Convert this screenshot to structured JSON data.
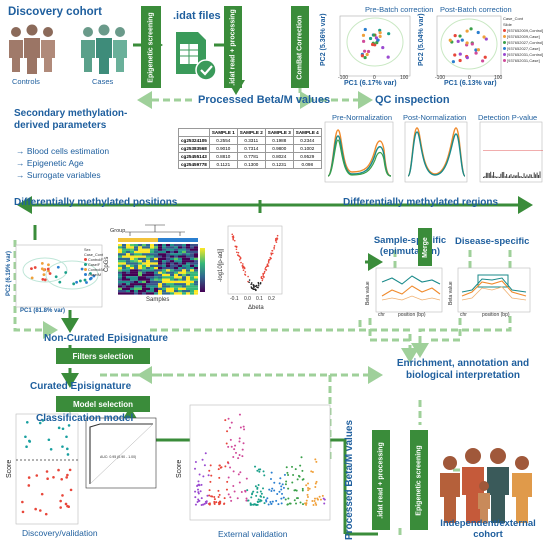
{
  "colors": {
    "blue": "#1f5f9e",
    "green": "#3a8c3a",
    "lightgreen": "#9fd09a",
    "orange": "#f08a2c",
    "teal": "#1a8a8a"
  },
  "discovery": {
    "title": "Discovery cohort",
    "controls": "Controls",
    "cases": "Cases"
  },
  "steps": {
    "epigenetic_screening": "Epigenetic screening",
    "idat_files": ".idat files",
    "idat_read": ".idat read + processing",
    "combat": "ComBat Correction",
    "processed": "Processed Beta/M values",
    "qc": "QC inspection",
    "secondary_title": "Secondary methylation-derived parameters",
    "secondary_items": [
      "→ Blood cells estimation",
      "→ Epigenetic Age",
      "→ Surrogate variables"
    ],
    "dmp": "Differentially methylated positions",
    "dmr": "Differentially methylated regions",
    "sample_specific": "Sample-specific (epimutation)",
    "merge": "Merge",
    "disease_specific": "Disease-specific",
    "non_curated": "Non-Curated Episignature",
    "filters": "Filters selection",
    "curated": "Curated Episignature",
    "model_selection": "Model selection",
    "classification": "Classification model",
    "enrichment": "Enrichment, annotation and biological interpretation",
    "discovery_validation": "Discovery/validation",
    "external_validation": "External validation",
    "independent": "Independent/external cohort",
    "processed_v": "Processed Beta/M values",
    "idat_read_v": ".idat read + processing",
    "epi_screen_v": "Epigenetic screening"
  },
  "pca_pre": {
    "title": "Pre-Batch correction",
    "xlabel": "PC1 (6.17% var)",
    "ylabel": "PC2 (5.36% var)",
    "xticks": [
      "-100",
      "0",
      "100"
    ],
    "yticks": [
      "100",
      "0",
      "-100"
    ]
  },
  "pca_post": {
    "title": "Post-Batch correction",
    "xlabel": "PC1 (6.13% var)",
    "ylabel": "PC2 (5.04% var)",
    "xticks": [
      "-100",
      "0",
      "100"
    ],
    "yticks": [
      "100",
      "0",
      "-100"
    ],
    "legend_title": "Case_Cont",
    "legend_sub": "Slide",
    "legend": [
      "[937652009,Control]",
      "[937652009,Case]",
      "[937652027,Control]",
      "[937652027,Case]",
      "[937652031,Control]",
      "[937652031,Case]"
    ]
  },
  "beta_table": {
    "headers": [
      "",
      "SAMPLE 1",
      "SAMPLE 2",
      "SAMPLE 3",
      "SAMPLE 4"
    ],
    "rows": [
      [
        "cg25324105",
        "0.2554",
        "0.3311",
        "0.1988",
        "0.2344"
      ],
      [
        "cg25383568",
        "0.9010",
        "0.7314",
        "0.9800",
        "0.1002"
      ],
      [
        "cg25455143",
        "0.8810",
        "0.7781",
        "0.8024",
        "0.9529"
      ],
      [
        "cg25459778",
        "0.1121",
        "0.1300",
        "0.1231",
        "0.098"
      ]
    ]
  },
  "qc_panels": {
    "pre": "Pre-Normalization",
    "post": "Post-Normalization",
    "detp": "Detection P-value"
  },
  "dmp_pca": {
    "xlabel": "PC1 (81.8% var)",
    "ylabel": "PC2 (6.19% var)",
    "legend_title": "Sex",
    "legend_sub": "Case_Cont",
    "legend": [
      "Control/F",
      "Case/F",
      "Control/M",
      "Case/M"
    ],
    "xticks": [
      "-10",
      "0",
      "10"
    ]
  },
  "heatmap": {
    "group": "Group",
    "cpgs": "CpGs",
    "samples": "Samples"
  },
  "volcano": {
    "xlabel": "Δbeta",
    "ylabel": "-log10[p-adj]",
    "xticks": [
      "-0.1",
      "0.0",
      "0.1",
      "0.2"
    ]
  },
  "dmr_plot": {
    "ylabel": "Beta value",
    "xlabel": "position (bp)",
    "chr": "chr"
  },
  "score_label": "Score",
  "roc_label": "AUC: 0.95 (0.90 - 1.00)"
}
